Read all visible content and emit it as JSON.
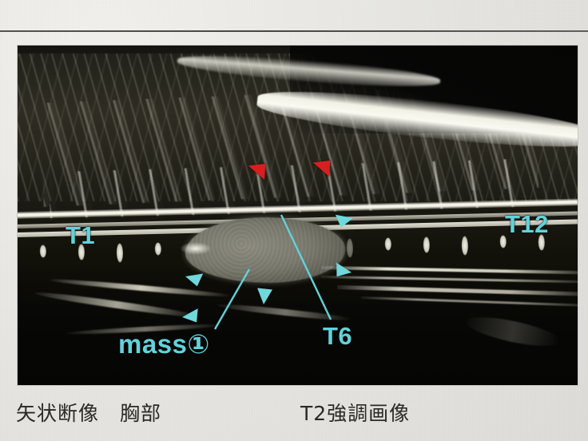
{
  "page": {
    "background_color": "#e8e7e3",
    "header_fragment_left": "",
    "header_fragment_right": ""
  },
  "figure": {
    "kind": "mri-scan",
    "modality_note": "T2-weighted sagittal thoracic spine MRI",
    "background_color": "#0a0a08",
    "annotation_color": "#62d2da",
    "marker_color": "#d81f1f",
    "labels": [
      {
        "id": "t1",
        "text": "T1",
        "role": "vertebra-level-label"
      },
      {
        "id": "t12",
        "text": "T12",
        "role": "vertebra-level-label"
      },
      {
        "id": "t6",
        "text": "T6",
        "role": "vertebra-level-label"
      },
      {
        "id": "mass",
        "text": "mass①",
        "role": "lesion-label"
      }
    ],
    "markers": {
      "red_arrowheads": 2,
      "cyan_arrowheads": 5,
      "leader_lines": 2
    },
    "discs_visible": 14
  },
  "captions": {
    "left": "矢状断像　胸部",
    "right": "T2強調画像"
  }
}
